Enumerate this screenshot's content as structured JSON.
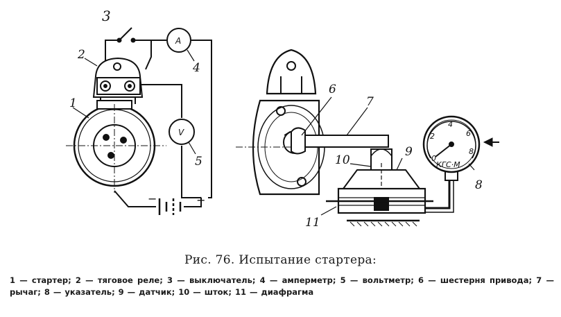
{
  "figure": {
    "callouts": {
      "c1": "1",
      "c2": "2",
      "c3": "3",
      "c4": "4",
      "c5": "5",
      "c6": "6",
      "c7": "7",
      "c8": "8",
      "c9": "9",
      "c10": "10",
      "c11": "11"
    },
    "ammeter_symbol": "A",
    "voltmeter_symbol": "V",
    "battery_minus": "−",
    "battery_plus": "+",
    "gauge_unit": "КГС·М",
    "gauge_ticks": [
      "0",
      "2",
      "4",
      "6",
      "8"
    ]
  },
  "caption": "Рис. 76. Испытание стартера:",
  "legend": "1 — стартер; 2 — тяговое реле; 3 — выключатель; 4 — амперметр; 5 — вольтметр; 6 — шестерня привода; 7 — рычаг; 8 — указатель; 9 — датчик; 10 — шток; 11 — диафрагма"
}
